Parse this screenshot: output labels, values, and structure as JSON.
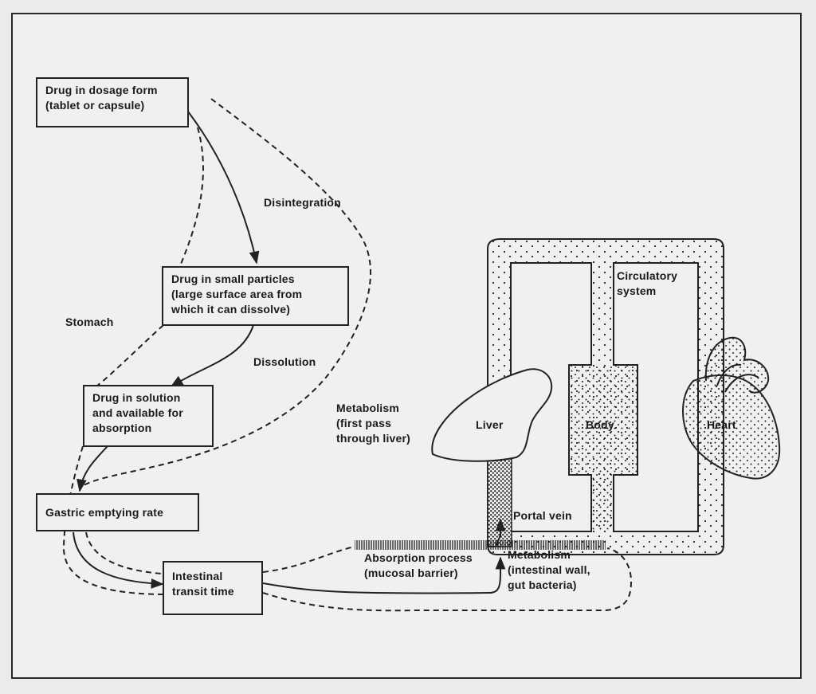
{
  "boxes": {
    "dosage_form": "Drug in dosage form\n(tablet or capsule)",
    "small_particles": "Drug in small particles\n(large surface area from\nwhich it can dissolve)",
    "solution": "Drug in solution\nand available for\nabsorption",
    "gastric_emptying": "Gastric emptying  rate",
    "intestinal_transit": "Intestinal\ntransit time"
  },
  "labels": {
    "disintegration": "Disintegration",
    "stomach": "Stomach",
    "dissolution": "Dissolution",
    "metabolism_liver": "Metabolism\n(first pass\nthrough liver)",
    "liver": "Liver",
    "body": "Body",
    "heart": "Heart",
    "circulatory": "Circulatory\nsystem",
    "portal_vein": "Portal vein",
    "absorption": "Absorption process\n(mucosal barrier)",
    "metabolism_intestinal": "Metabolism\n(intestinal  wall,\ngut bacteria)"
  }
}
